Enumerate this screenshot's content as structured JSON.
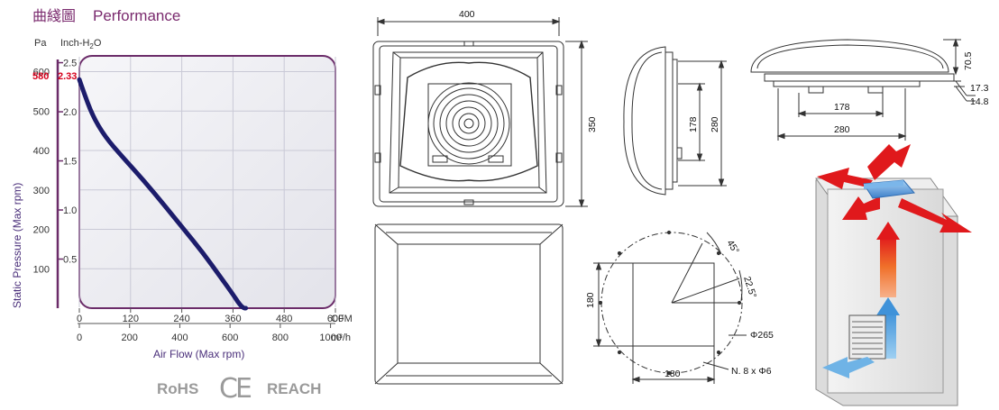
{
  "header": {
    "title_cjk": "曲綫圖",
    "title_en": "Performance"
  },
  "chart_data": {
    "type": "line",
    "y_unit_pa": "Pa",
    "y_unit_inch": "Inch-H",
    "y_unit_inch_sub": "2",
    "y_unit_inch_tail": "O",
    "ylabel": "Static Pressure (Max rpm)",
    "xlabel": "Air Flow (Max rpm)",
    "x_unit_cfm": "CFM",
    "x_unit_m3h": "m³/h",
    "pa_ticks": [
      "600",
      "500",
      "400",
      "300",
      "200",
      "100"
    ],
    "inch_ticks": [
      "2.5",
      "2.0",
      "1.5",
      "1.0",
      "0.5"
    ],
    "cfm_ticks": [
      "0",
      "120",
      "240",
      "360",
      "480",
      "600"
    ],
    "m3h_ticks": [
      "0",
      "200",
      "400",
      "600",
      "800",
      "1000"
    ],
    "max_pa_label": "580",
    "max_inch_label": "2.33",
    "series": [
      {
        "x_cfm": [
          0,
          8,
          30,
          60,
          100,
          150,
          200,
          245,
          290,
          330,
          360,
          375,
          385,
          390
        ],
        "y_pa": [
          580,
          555,
          490,
          435,
          385,
          325,
          260,
          200,
          140,
          80,
          35,
          10,
          0,
          0
        ]
      }
    ],
    "xlim_cfm": [
      0,
      600
    ],
    "ylim_pa": [
      0,
      640
    ],
    "grid": true,
    "color": "#1c1c6b"
  },
  "certifications": {
    "rohs": "RoHS",
    "ce": "CE",
    "reach": "REACH"
  },
  "dimensions": {
    "top_width": "400",
    "right_height": "350",
    "side_inner": "178",
    "side_outer": "280",
    "front_height_a": "70.5",
    "front_height_b": "17.3",
    "front_height_c": "14.8",
    "front_inner": "178",
    "front_outer": "280",
    "cutout_height": "180",
    "cutout_width": "180",
    "angle_a": "45°",
    "angle_b": "22.5°",
    "hole_circle": "Φ265",
    "holes": "N. 8 x Φ6"
  },
  "colors": {
    "accent": "#7a2a6e",
    "curve": "#1c1c6b",
    "highlight": "#d6001c",
    "arrow_red": "#e0191c",
    "arrow_blue": "#5aa8e0"
  }
}
